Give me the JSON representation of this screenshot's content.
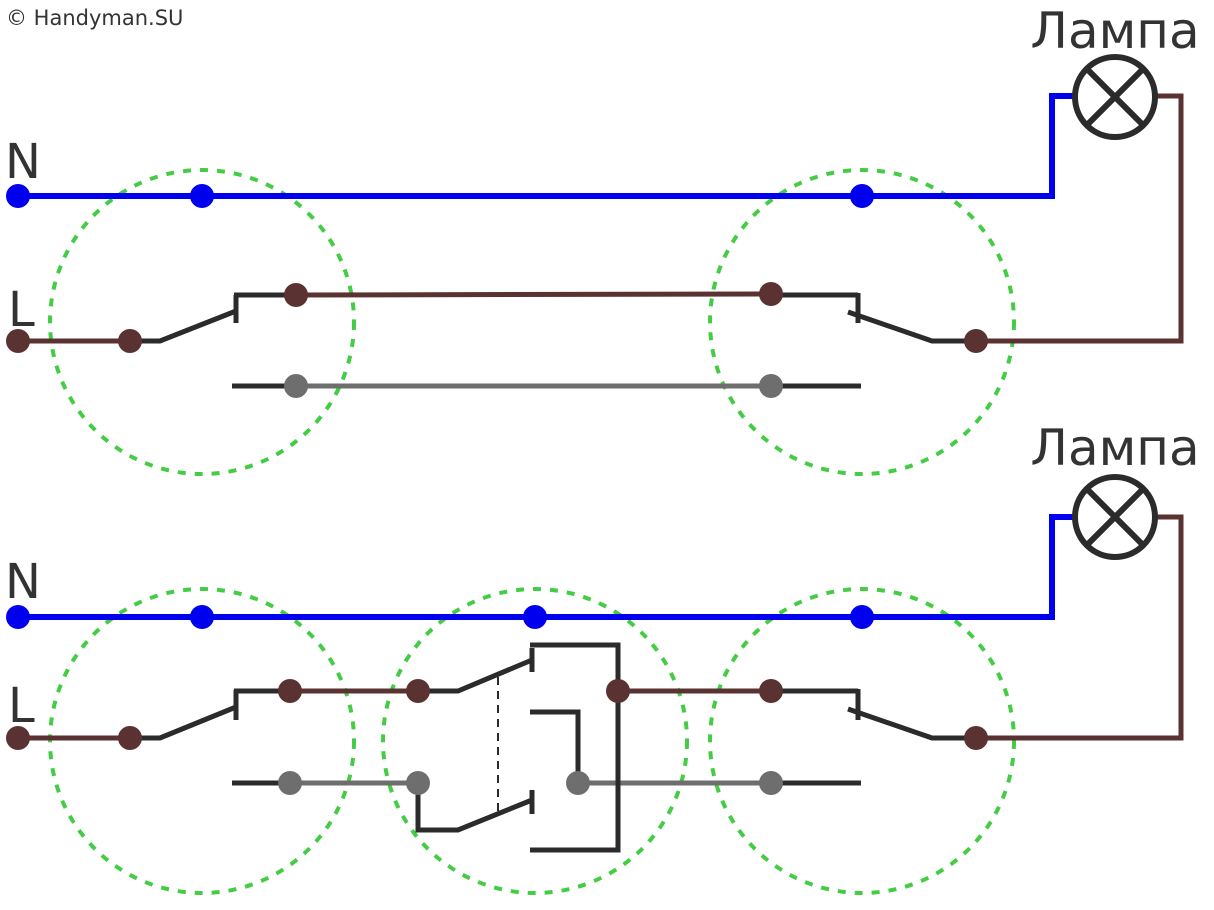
{
  "copyright": "© Handyman.SU",
  "colors": {
    "neutral": "#0000ee",
    "line": "#5a3232",
    "traveler": "#6e6e6e",
    "switch": "#2b2b2b",
    "boxes": "#44cc44",
    "lamp": "#2b2b2b"
  },
  "top_scheme": {
    "lamp_label": "Лампа",
    "neutral_label": "N",
    "line_label": "L"
  },
  "bottom_scheme": {
    "lamp_label": "Лампа",
    "neutral_label": "N",
    "line_label": "L"
  }
}
